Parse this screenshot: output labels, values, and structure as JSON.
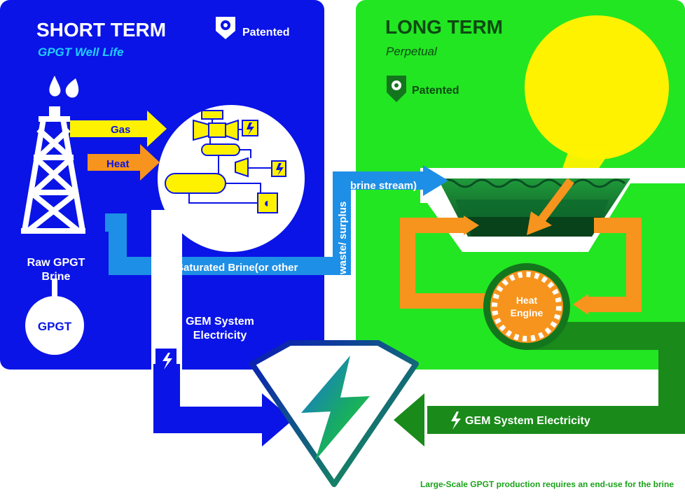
{
  "short_term": {
    "title": "SHORT TERM",
    "subtitle": "GPGT Well Life",
    "patented": "Patented",
    "gas_label": "Gas",
    "heat_label": "Heat",
    "raw_brine_line1": "Raw GPGT",
    "raw_brine_line2": "Brine",
    "gpgt_label": "GPGT",
    "gem_line1": "GEM System",
    "gem_line2": "Electricity"
  },
  "long_term": {
    "title": "LONG TERM",
    "subtitle": "Perpetual",
    "patented": "Patented",
    "heat_engine_line1": "Heat",
    "heat_engine_line2": "Engine",
    "gem_electricity": "GEM System Electricity"
  },
  "brine_path": {
    "saturated": "Saturated Brine(or other",
    "waste": "waste/ surplus",
    "stream": "brine stream)"
  },
  "footer_note": "Large-Scale GPGT production requires an end-use for the brine",
  "colors": {
    "short_bg": "#0a14e6",
    "long_bg": "#22e622",
    "brine": "#1e8fe6",
    "gas": "#fff200",
    "heat": "#f7941d",
    "sun": "#fff200",
    "dark_green": "#1a7a1a",
    "pond_dark": "#0d5a2a"
  }
}
